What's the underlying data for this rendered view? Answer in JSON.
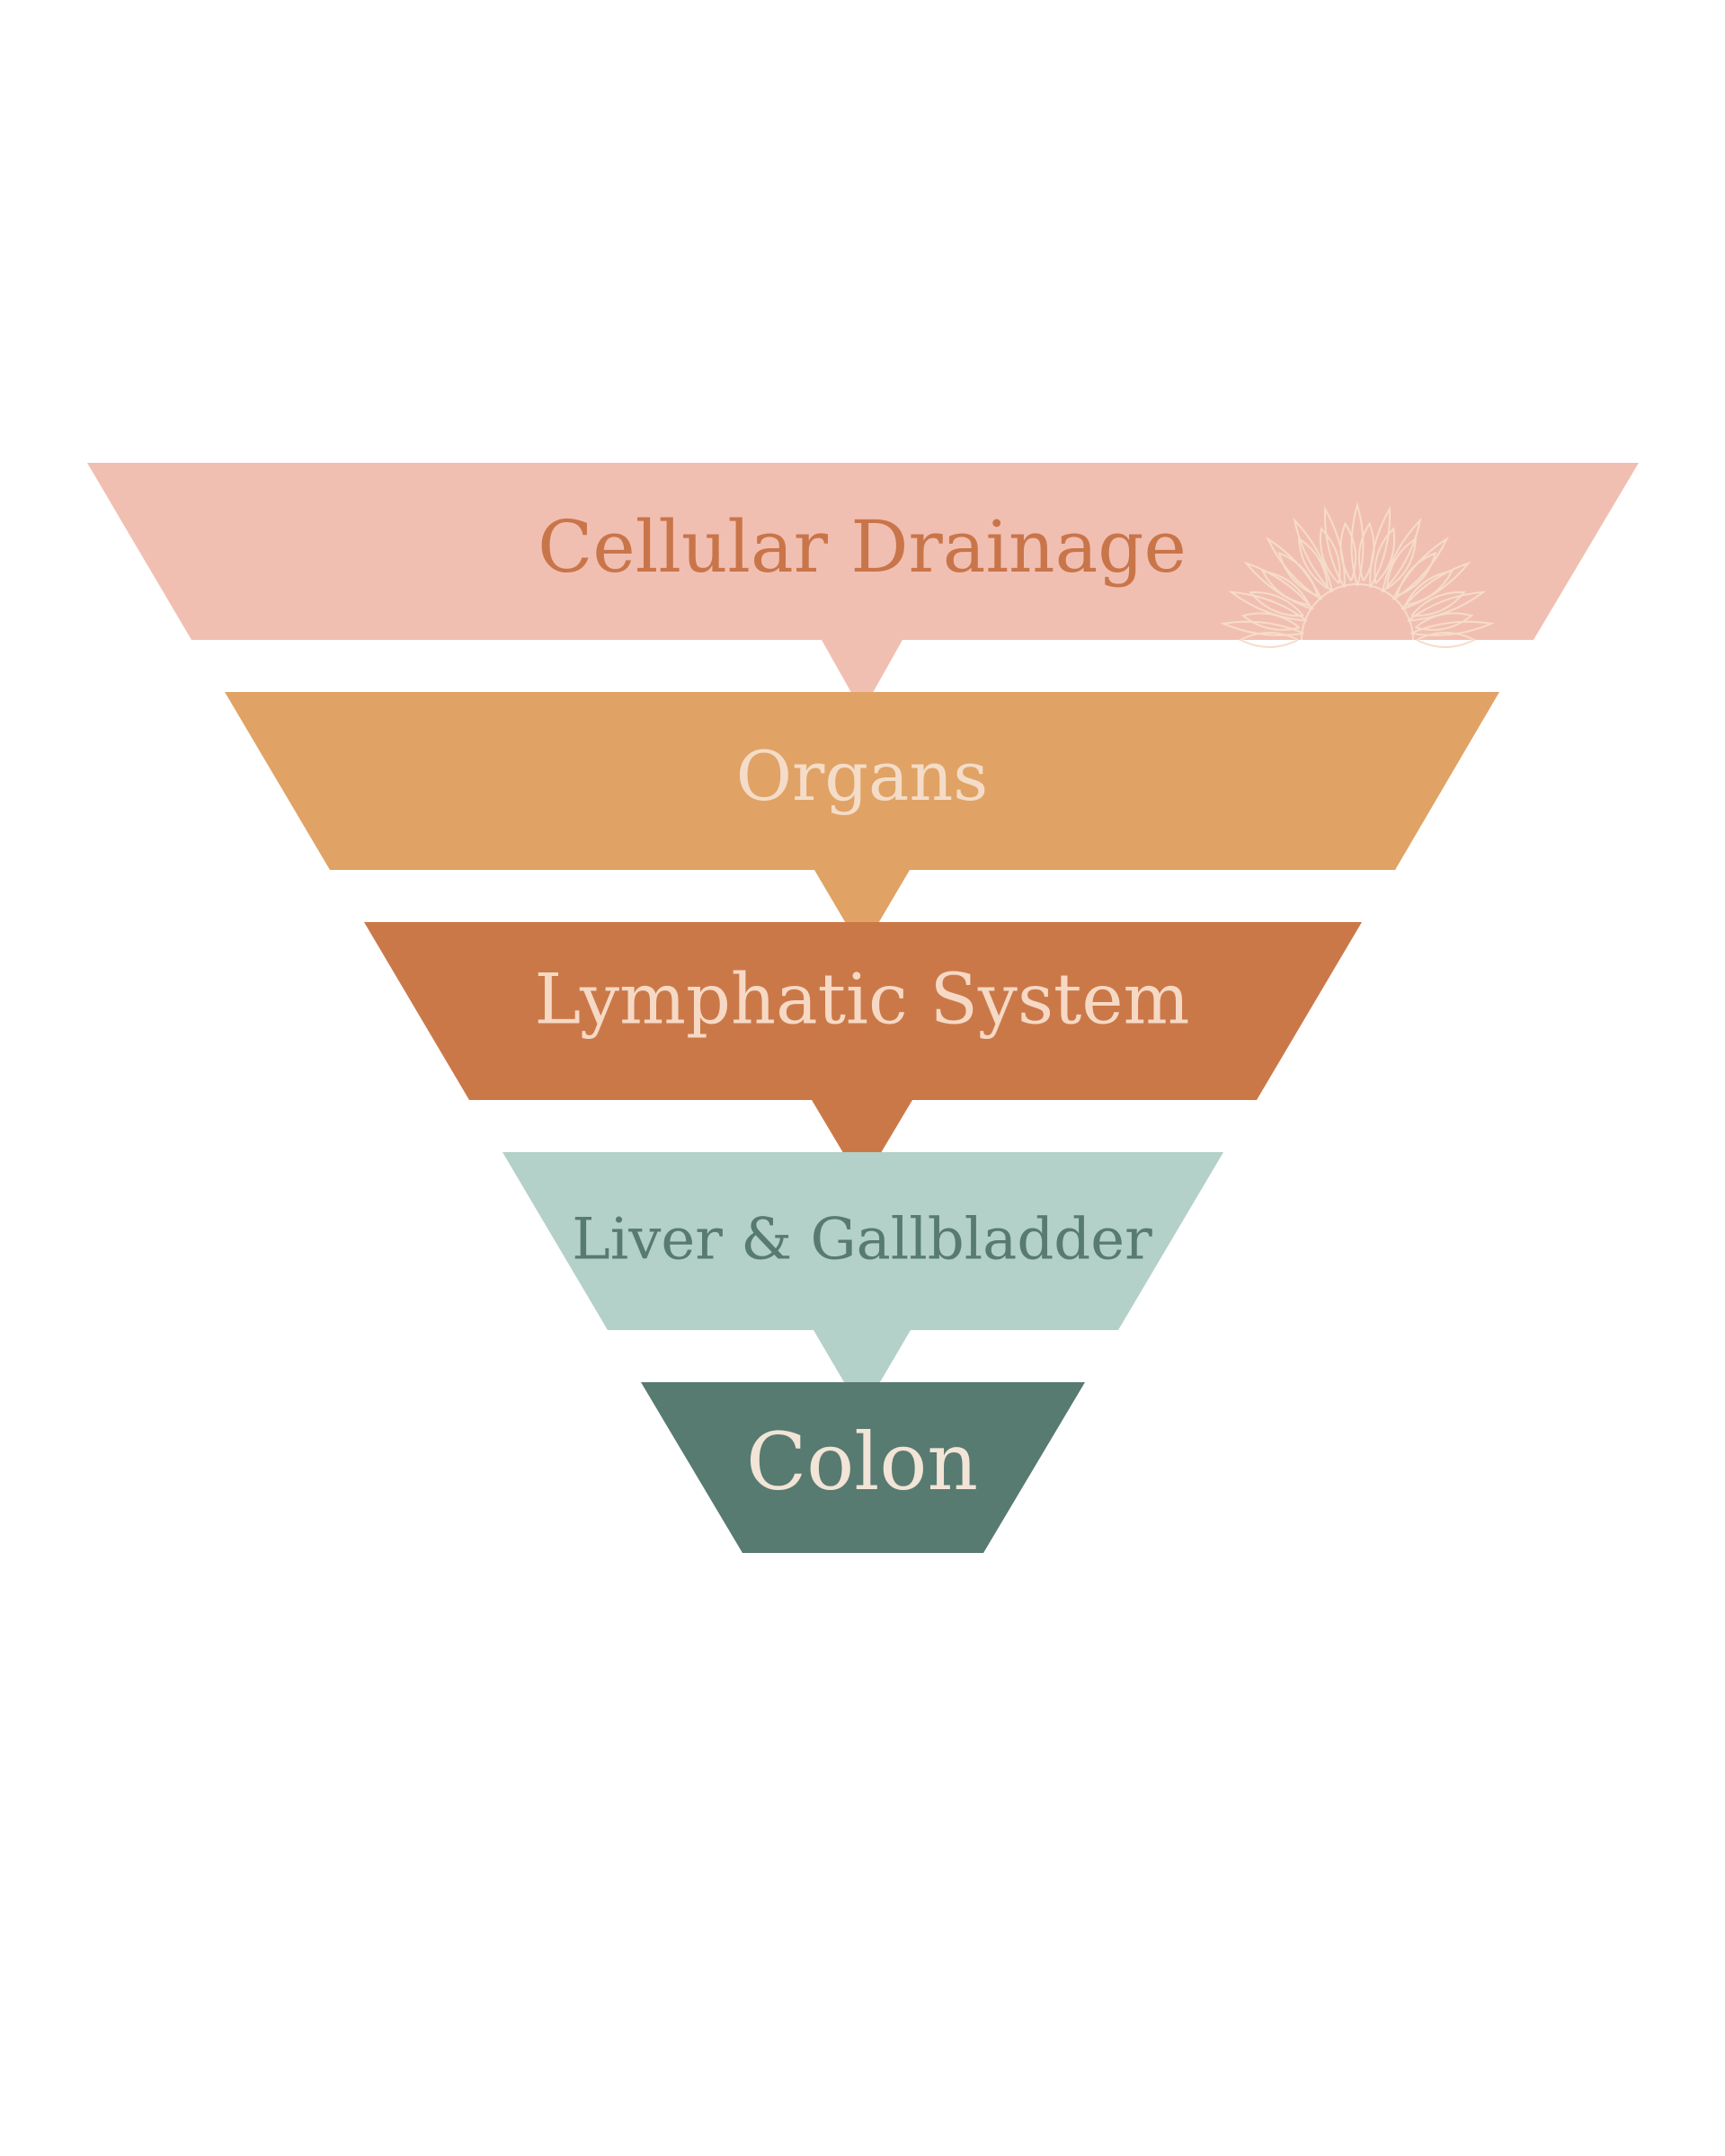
{
  "funnel": {
    "tiers": [
      {
        "label": "Cellular Drainage",
        "fill": "#F1BFB1",
        "text_color": "#C9754A"
      },
      {
        "label": "Organs",
        "fill": "#E0A365",
        "text_color": "#F4DCC8"
      },
      {
        "label": "Lymphatic System",
        "fill": "#CB7848",
        "text_color": "#F6D9C5"
      },
      {
        "label": "Liver & Gallbladder",
        "fill": "#B3D0C9",
        "text_color": "#577A71"
      },
      {
        "label": "Colon",
        "fill": "#577A71",
        "text_color": "#F2E4D6"
      }
    ],
    "decoration_icon": "sunflower-line-icon",
    "decoration_color": "#F6DCCB"
  }
}
